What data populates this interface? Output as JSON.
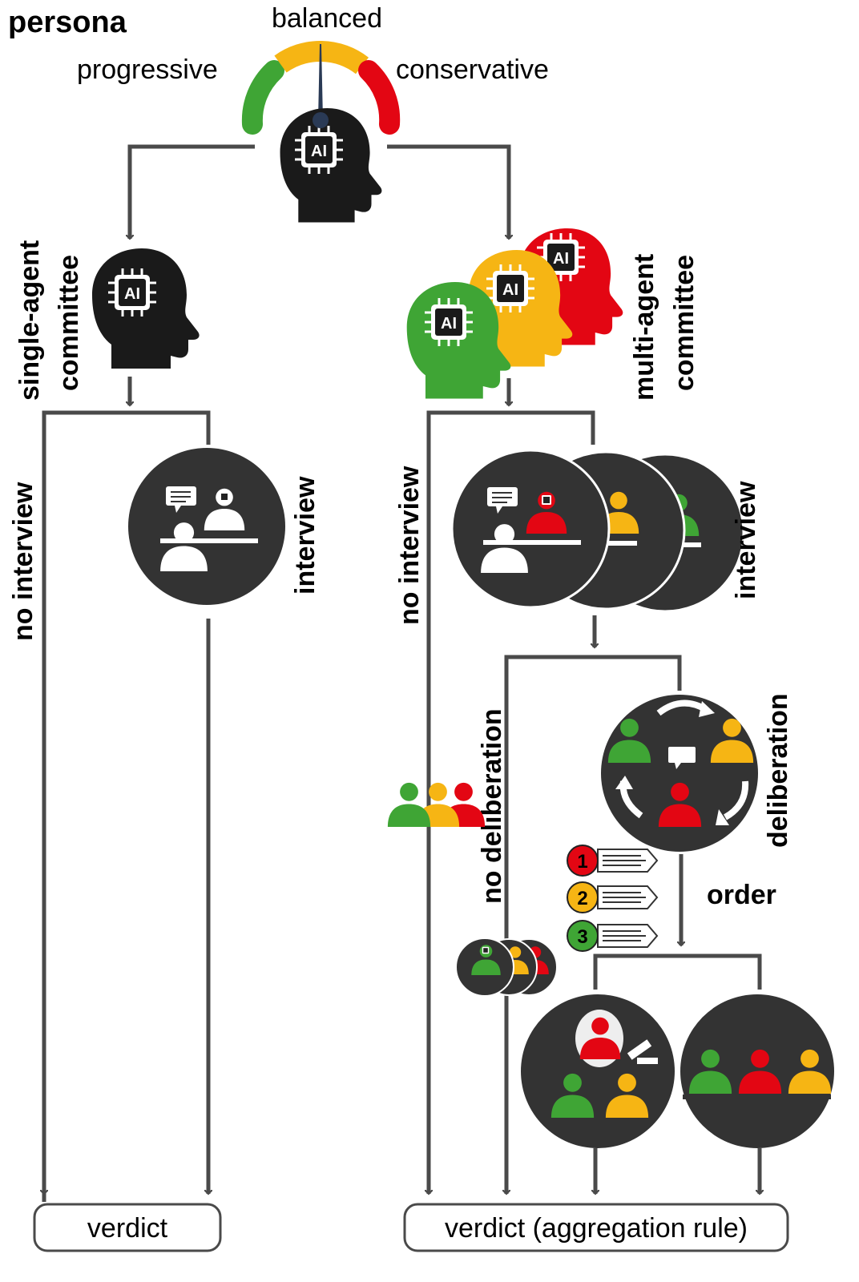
{
  "persona": {
    "title": "persona",
    "scale": {
      "left": "progressive",
      "middle": "balanced",
      "right": "conservative",
      "colors": {
        "progressive": "#3fa535",
        "balanced": "#f6b514",
        "conservative": "#e30613"
      }
    },
    "head_icon": "ai-head-icon",
    "chip_text": "AI"
  },
  "single_agent": {
    "label_line1": "single-agent",
    "label_line2": "committee",
    "no_interview": "no interview",
    "interview": "interview",
    "verdict": "verdict"
  },
  "multi_agent": {
    "label_line1": "multi-agent",
    "label_line2": "committee",
    "no_interview": "no interview",
    "interview": "interview",
    "no_deliberation": "no deliberation",
    "deliberation": "deliberation",
    "order": "order",
    "order_numbers": [
      "1",
      "2",
      "3"
    ],
    "verdict": "verdict (aggregation rule)"
  },
  "colors": {
    "dark_circle": "#333333",
    "arrow": "#4a4a4a",
    "green": "#3fa535",
    "yellow": "#f6b514",
    "red": "#e30613"
  }
}
